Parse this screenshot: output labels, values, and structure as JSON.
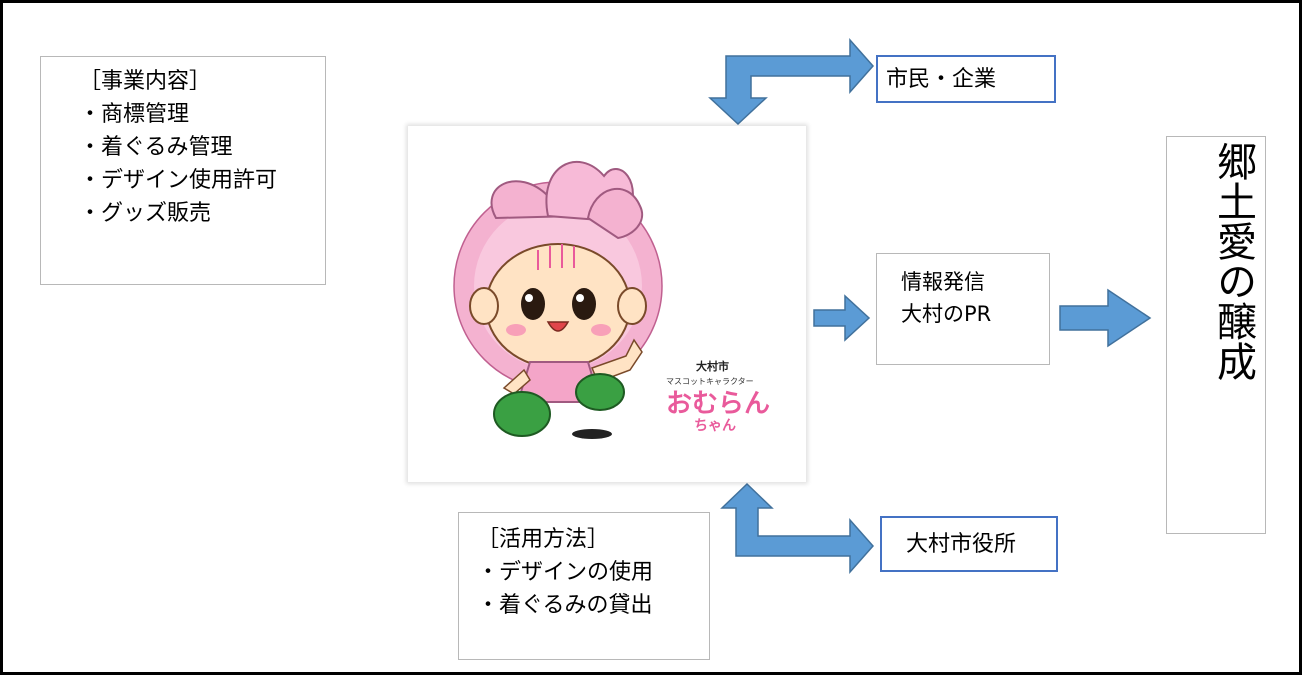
{
  "business": {
    "heading": "［事業内容］",
    "items": [
      "・商標管理",
      "・着ぐるみ管理",
      "・デザイン使用許可",
      "・グッズ販売"
    ]
  },
  "usage": {
    "heading": "［活用方法］",
    "items": [
      "・デザインの使用",
      "・着ぐるみの貸出"
    ]
  },
  "info": {
    "line1": "情報発信",
    "line2": "大村のPR"
  },
  "citizens": "市民・企業",
  "cityhall": "大村市役所",
  "result": "郷土愛の醸成",
  "mascot": {
    "city_label": "大村市",
    "subtitle": "マスコットキャラクター",
    "name_line1": "おむらん",
    "name_line2": "ちゃん"
  },
  "colors": {
    "arrow_fill": "#5b9bd5",
    "arrow_stroke": "#41719c",
    "box_border_blue": "#4472c4",
    "petal_pink": "#f4b2d0",
    "mascot_name_pink": "#e95a9b"
  }
}
